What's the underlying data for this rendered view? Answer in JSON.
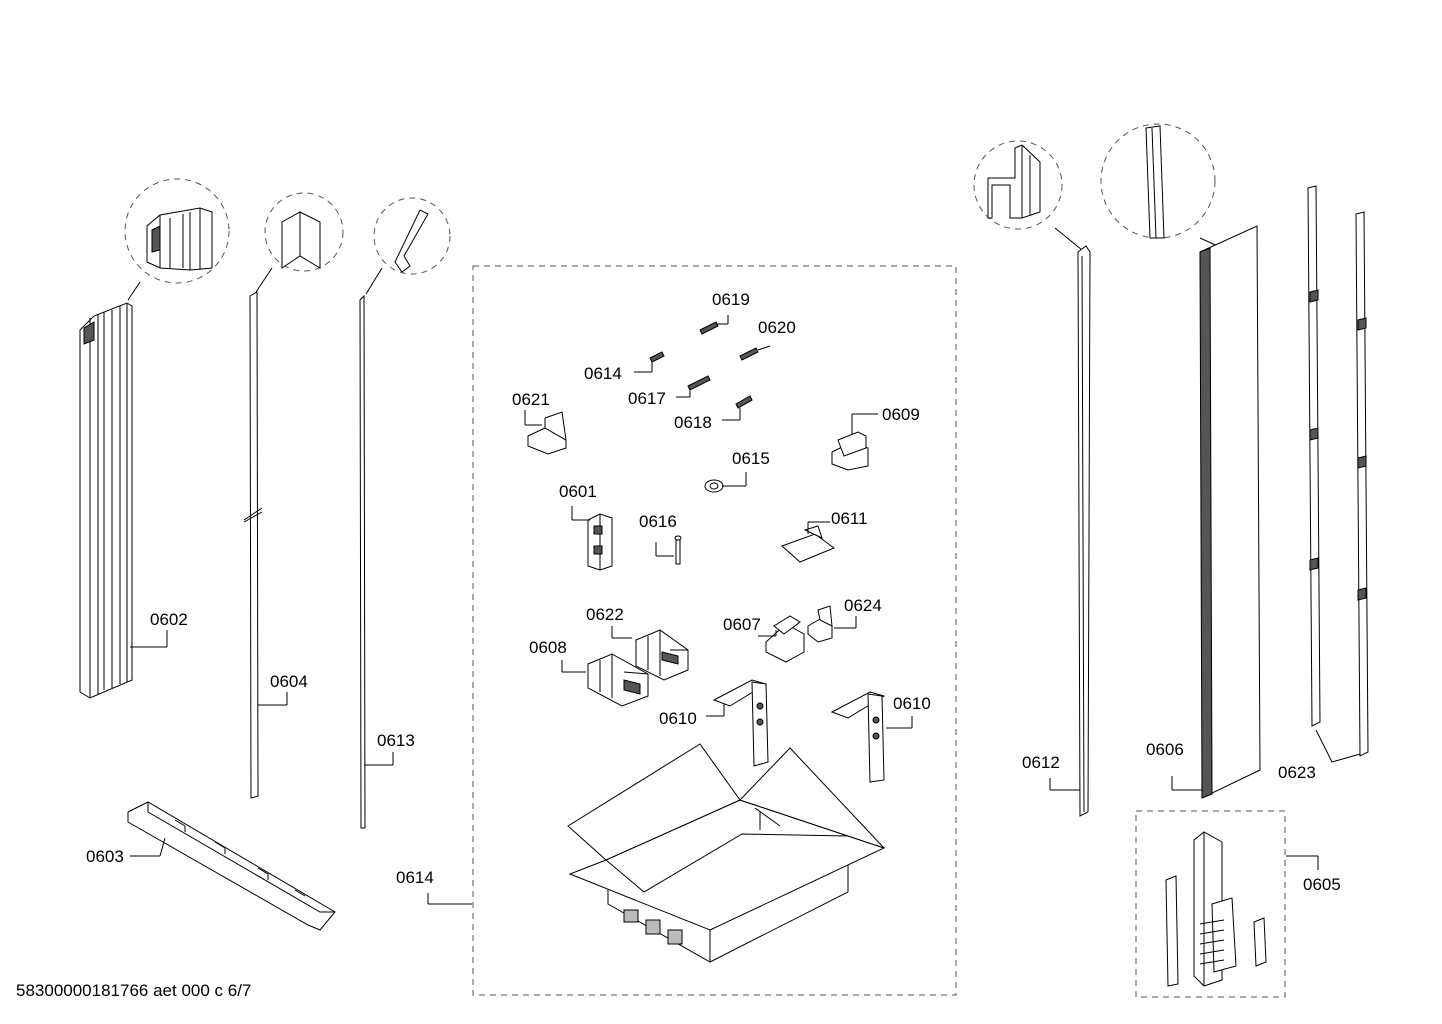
{
  "document_id": "58300000181766 aet 000 c 6/7",
  "labels": {
    "p0601": "0601",
    "p0602": "0602",
    "p0603": "0603",
    "p0604": "0604",
    "p0605": "0605",
    "p0606": "0606",
    "p0607": "0607",
    "p0608": "0608",
    "p0609": "0609",
    "p0610a": "0610",
    "p0610b": "0610",
    "p0611": "0611",
    "p0612": "0612",
    "p0613": "0613",
    "p0614a": "0614",
    "p0614b": "0614",
    "p0615": "0615",
    "p0616": "0616",
    "p0617": "0617",
    "p0618": "0618",
    "p0619": "0619",
    "p0620": "0620",
    "p0621": "0621",
    "p0622": "0622",
    "p0623": "0623",
    "p0624": "0624"
  }
}
